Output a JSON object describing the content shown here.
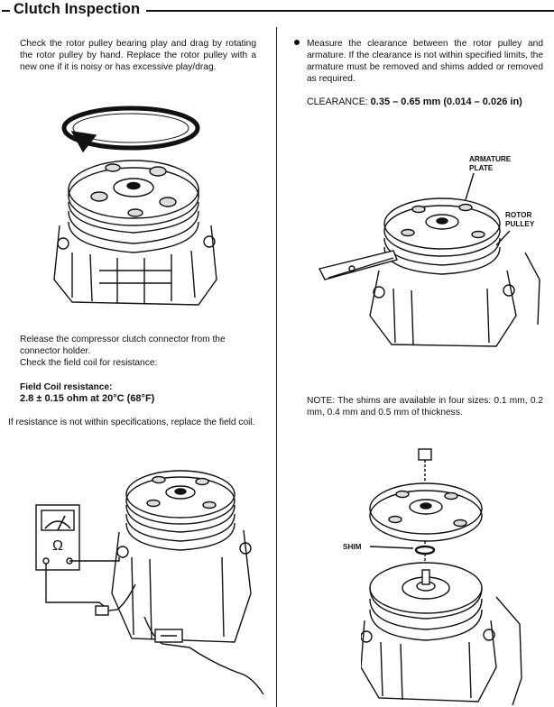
{
  "header": {
    "title": "Clutch Inspection"
  },
  "left": {
    "p1": "Check the rotor pulley bearing play and drag by rotating the rotor pulley by hand. Replace the rotor pulley with a new one if it is noisy or has excessive play/drag.",
    "p2": "Release the compressor clutch connector from the connector holder.",
    "p3": "Check the field coil for resistance:",
    "spec_label": "Field Coil resistance:",
    "spec_value": "2.8 ± 0.15 ohm at 20°C (68°F)",
    "p4": "If resistance is not within specifications, replace the field coil.",
    "meter_symbol": "Ω"
  },
  "right": {
    "p1": "Measure the clearance between the rotor pulley and armature. If the clearance is not within specified limits, the armature must be removed and shims added or removed as required.",
    "clearance_label": "CLEARANCE:",
    "clearance_value": "0.35 – 0.65 mm (0.014 – 0.026 in)",
    "label_armature": "ARMATURE PLATE",
    "label_rotor": "ROTOR PULLEY",
    "note": "NOTE: The shims are available in four sizes: 0.1 mm, 0.2 mm, 0.4 mm and 0.5 mm of thickness.",
    "label_shim": "SHIM"
  },
  "colors": {
    "ink": "#111111",
    "paper": "#ffffff"
  }
}
